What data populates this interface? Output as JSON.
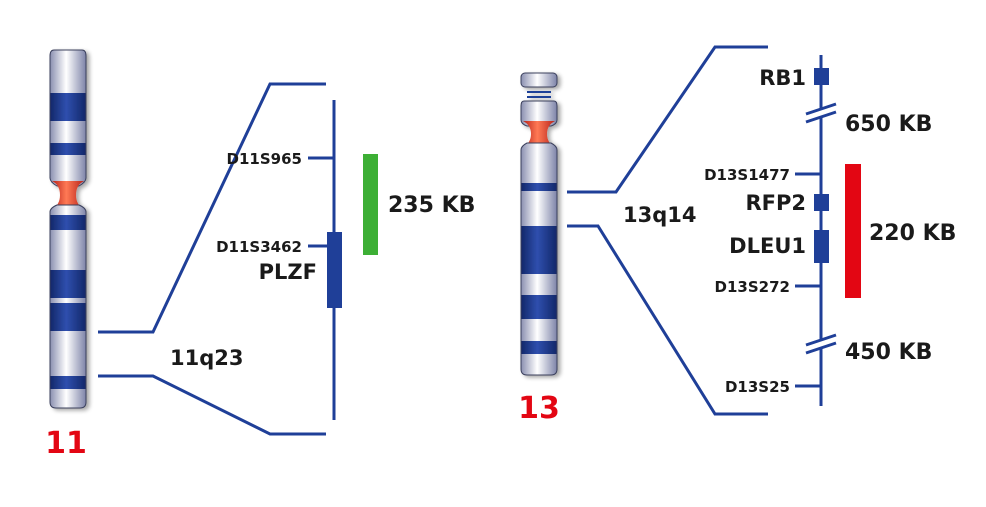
{
  "colors": {
    "line": "#1f3f98",
    "band": "#1f3f98",
    "centromere": "#e8402a",
    "chromosome_number": "#e30613",
    "bar_235kb": "#3daf35",
    "bar_220kb": "#e30613"
  },
  "chromosome_11": {
    "number": "11",
    "region": "11q23",
    "markers": [
      "D11S965",
      "D11S3462"
    ],
    "gene": "PLZF",
    "size": "235 KB"
  },
  "chromosome_13": {
    "number": "13",
    "region": "13q14",
    "markers": [
      "D13S1477",
      "D13S272",
      "D13S25"
    ],
    "genes": [
      "RB1",
      "RFP2",
      "DLEU1"
    ],
    "sizes": [
      "650 KB",
      "220 KB",
      "450 KB"
    ]
  }
}
